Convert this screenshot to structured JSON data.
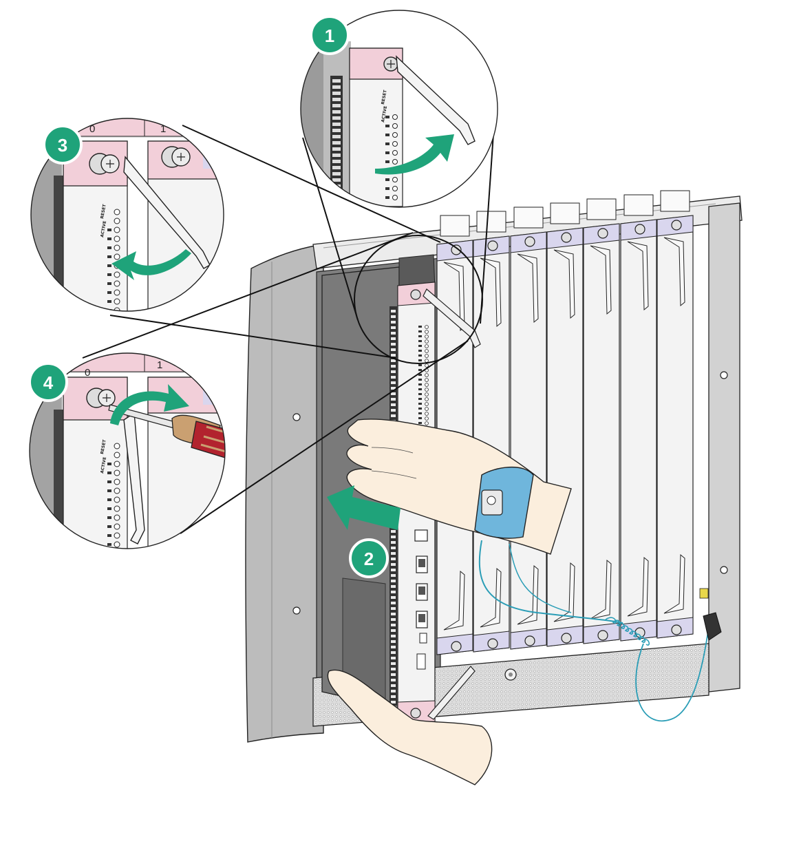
{
  "colors": {
    "accent": "#1fa37a",
    "badge": "#1fa37a",
    "arrow": "#1fa37a",
    "card_pink": "#f2cfd9",
    "card_lavender": "#d9d6ee",
    "cable": "#2a9db6",
    "wristband": "#6fb6dc",
    "handle_red": "#b2232e",
    "handle_tan": "#caa071"
  },
  "callouts": [
    {
      "number": "1",
      "icon": "lever-open-icon"
    },
    {
      "number": "2",
      "icon": "insert-arrow-icon"
    },
    {
      "number": "3",
      "icon": "lever-close-icon"
    },
    {
      "number": "4",
      "icon": "screwdriver-icon"
    }
  ],
  "zoom3": {
    "slot_labels": [
      "0",
      "1"
    ]
  },
  "zoom4": {
    "slot_labels": [
      "0",
      "1"
    ]
  },
  "card_labels": {
    "reset": "RESET",
    "active": "ACTIVE"
  }
}
